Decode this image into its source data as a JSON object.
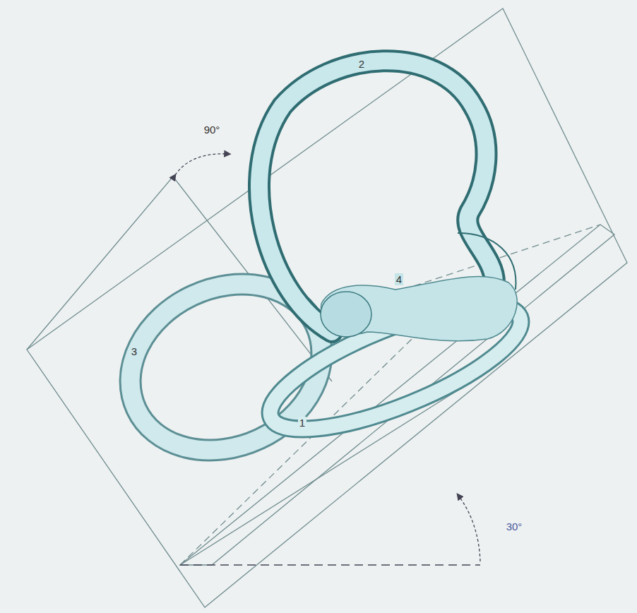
{
  "diagram": {
    "labels": [
      "2",
      "90°",
      "3",
      "4",
      "1",
      "30°"
    ]
  }
}
